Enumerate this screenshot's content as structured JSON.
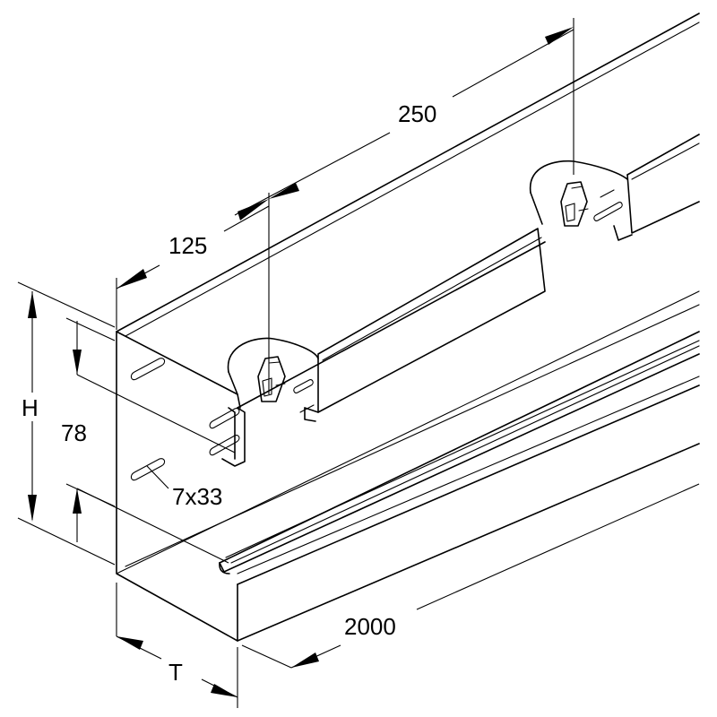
{
  "dimensions": {
    "length_total": "2000",
    "pitch_250": "250",
    "offset_125": "125",
    "height": "H",
    "inner_height": "78",
    "depth": "T",
    "slot_size": "7x33"
  }
}
